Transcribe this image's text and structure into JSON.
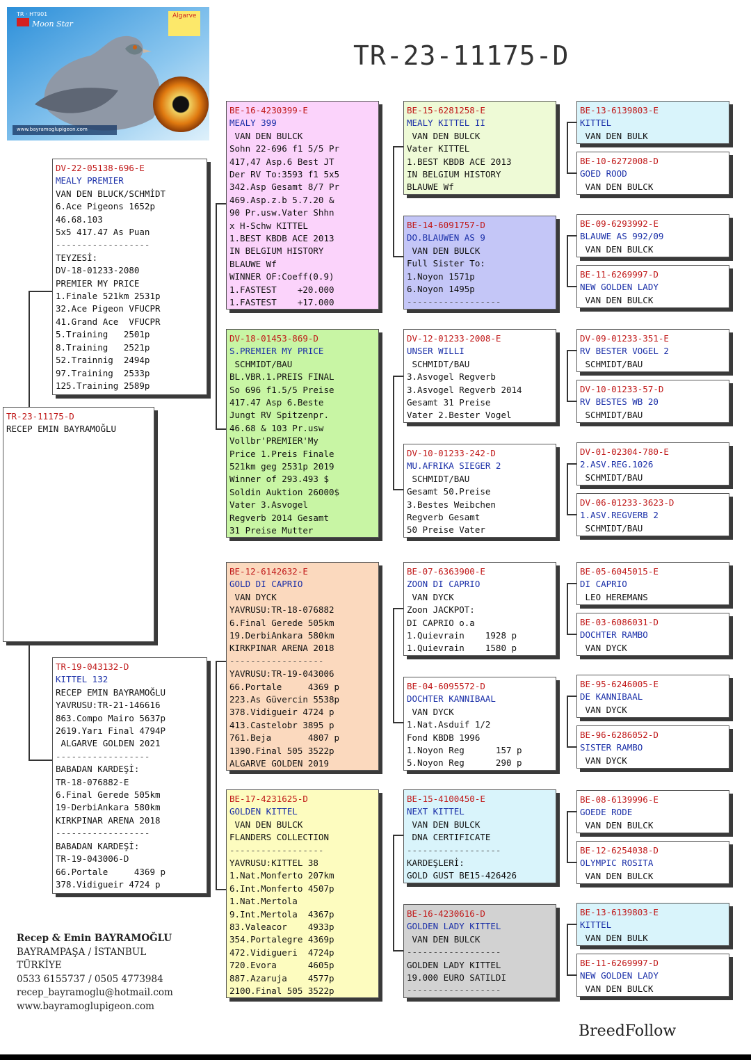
{
  "title": "TR-23-11175-D",
  "logo": {
    "top_label": "TR · HT901",
    "subtitle": "Moon Star",
    "badge": "Algarve",
    "caption": "www.bayramoglupigeon.com"
  },
  "owner": {
    "name": "Recep & Emin BAYRAMOĞLU",
    "city": "BAYRAMPAŞA / İSTANBUL",
    "country": "TÜRKİYE",
    "phone": "0533 6155737 / 0505 4773984",
    "email": "recep_bayramoglu@hotmail.com",
    "web": "www.bayramoglupigeon.com"
  },
  "brand": "BreedFollow",
  "colors": {
    "ring": "#c01818",
    "name": "#1a2fa8"
  },
  "boxes": {
    "subject": {
      "lines": [
        "TR-23-11175-D",
        "RECEP EMIN BAYRAMOĞLU"
      ]
    },
    "sire": {
      "lines": [
        "DV-22-05138-696-E",
        "MEALY PREMIER",
        "VAN DEN BLUCK/SCHMİDT",
        "6.Ace Pigeons 1652p",
        "46.68.103",
        "5x5 417.47 As Puan",
        "------------------",
        "TEYZESİ:",
        "DV-18-01233-2080",
        "PREMIER MY PRICE",
        "1.Finale 521km 2531p",
        "32.Ace Pigeon VFUCPR",
        "41.Grand Ace  VFUCPR",
        "5.Training   2501p",
        "8.Training   2521p",
        "52.Trainnig  2494p",
        "97.Training  2533p",
        "125.Training 2589p"
      ]
    },
    "dam": {
      "lines": [
        "TR-19-043132-D",
        "KITTEL 132",
        "RECEP EMIN BAYRAMOĞLU",
        "YAVRUSU:TR-21-146616",
        "863.Compo Mairo 5637p",
        "2619.Yarı Final 4794P",
        " ALGARVE GOLDEN 2021",
        "------------------",
        "BABADAN KARDEŞİ:",
        "TR-18-076882-E",
        "6.Final Gerede 505km",
        "19-DerbiAnkara 580km",
        "KIRKPINAR ARENA 2018",
        "------------------",
        "BABADAN KARDEŞİ:",
        "TR-19-043006-D",
        "66.Portale     4369 p",
        "378.Vidigueir 4724 p"
      ]
    },
    "ss": {
      "lines": [
        "BE-16-4230399-E",
        "MEALY 399",
        " VAN DEN BULCK",
        "Sohn 22-696 f1 5/5 Pr",
        "417,47 Asp.6 Best JT",
        "Der RV To:3593 f1 5x5",
        "342.Asp Gesamt 8/7 Pr",
        "469.Asp.z.b 5.7.20 &",
        "90 Pr.usw.Vater Shhn",
        "x H-Schw KITTEL",
        "1.BEST KBDB ACE 2013",
        "IN BELGIUM HISTORY",
        "BLAUWE Wf",
        "WINNER OF:Coeff(0.9)",
        "1.FASTEST    +20.000",
        "1.FASTEST    +17.000"
      ]
    },
    "sd": {
      "lines": [
        "DV-18-01453-869-D",
        "S.PREMIER MY PRICE",
        " SCHMIDT/BAU",
        "BL.VBR.1.PREIS FINAL",
        "So 696 f1.5/5 Preise",
        "417.47 Asp 6.Beste",
        "Jungt RV Spitzenpr.",
        "46.68 & 103 Pr.usw",
        "Vollbr'PREMIER'My",
        "Price 1.Preis Finale",
        "521km geg 2531p 2019",
        "Winner of 293.493 $",
        "Soldin Auktion 26000$",
        "Vater 3.Asvogel",
        "Regverb 2014 Gesamt",
        "31 Preise Mutter"
      ]
    },
    "ds": {
      "lines": [
        "BE-12-6142632-E",
        "GOLD DI CAPRIO",
        " VAN DYCK",
        "YAVRUSU:TR-18-076882",
        "6.Final Gerede 505km",
        "19.DerbiAnkara 580km",
        "KIRKPINAR ARENA 2018",
        "------------------",
        "YAVRUSU:TR-19-043006",
        "66.Portale     4369 p",
        "223.As Güvercin 5538p",
        "378.Vidigueir 4724 p",
        "413.Castelobr 3895 p",
        "761.Beja       4807 p",
        "1390.Final 505 3522p",
        "ALGARVE GOLDEN 2019"
      ]
    },
    "dd": {
      "lines": [
        "BE-17-4231625-D",
        "GOLDEN KITTEL",
        " VAN DEN BULCK",
        "FLANDERS COLLECTION",
        "------------------",
        "YAVRUSU:KITTEL 38",
        "1.Nat.Monferto 207km",
        "6.Int.Monferto 4507p",
        "1.Nat.Mertola",
        "9.Int.Mertola  4367p",
        "83.Valeacor    4933p",
        "354.Portalegre 4369p",
        "472.Vidigueri  4724p",
        "720.Evora      4605p",
        "887.Azaruja    4577p",
        "2100.Final 505 3522p"
      ]
    },
    "sss": {
      "lines": [
        "BE-15-6281258-E",
        "MEALY KITTEL II",
        " VAN DEN BULCK",
        "Vater KITTEL",
        "1.BEST KBDB ACE 2013",
        "IN BELGIUM HISTORY",
        "BLAUWE Wf"
      ]
    },
    "ssd": {
      "lines": [
        "BE-14-6091757-D",
        "DO.BLAUWEN AS 9",
        " VAN DEN BULCK",
        "Full Sister To:",
        "1.Noyon 1571p",
        "6.Noyon 1495p",
        "------------------"
      ]
    },
    "sds": {
      "lines": [
        "DV-12-01233-2008-E",
        "UNSER WILLI",
        " SCHMIDT/BAU",
        "3.Asvogel Regverb",
        "3.Asvogel Regverb 2014",
        "Gesamt 31 Preise",
        "Vater 2.Bester Vogel"
      ]
    },
    "sdd": {
      "lines": [
        "DV-10-01233-242-D",
        "MU.AFRIKA SIEGER 2",
        " SCHMIDT/BAU",
        "Gesamt 50.Preise",
        "3.Bestes Weibchen",
        "Regverb Gesamt",
        "50 Preise Vater"
      ]
    },
    "dss": {
      "lines": [
        "BE-07-6363900-E",
        "ZOON DI CAPRIO",
        " VAN DYCK",
        "Zoon JACKPOT:",
        "DI CAPRIO o.a",
        "1.Quievrain    1928 p",
        "1.Quievrain    1580 p"
      ]
    },
    "dsd": {
      "lines": [
        "BE-04-6095572-D",
        "DOCHTER KANNIBAAL",
        " VAN DYCK",
        "1.Nat.Asduif 1/2",
        "Fond KBDB 1996",
        "1.Noyon Reg      157 p",
        "5.Noyon Reg      290 p"
      ]
    },
    "dds": {
      "lines": [
        "BE-15-4100450-E",
        "NEXT KITTEL",
        " VAN DEN BULCK",
        " DNA CERTIFICATE",
        "------------------",
        "KARDEŞLERİ:",
        "GOLD GUST BE15-426426"
      ]
    },
    "ddd": {
      "lines": [
        "BE-16-4230616-D",
        "GOLDEN LADY KITTEL",
        " VAN DEN BULCK",
        "------------------",
        "GOLDEN LADY KITTEL",
        "19.000 EURO SATILDI",
        "------------------"
      ]
    },
    "g1": {
      "lines": [
        "BE-13-6139803-E",
        "KITTEL",
        " VAN DEN BULK"
      ]
    },
    "g2": {
      "lines": [
        "BE-10-6272008-D",
        "GOED ROOD",
        " VAN DEN BULCK"
      ]
    },
    "g3": {
      "lines": [
        "BE-09-6293992-E",
        "BLAUWE AS 992/09",
        " VAN DEN BULCK"
      ]
    },
    "g4": {
      "lines": [
        "BE-11-6269997-D",
        "NEW GOLDEN LADY",
        " VAN DEN BULCK"
      ]
    },
    "g5": {
      "lines": [
        "DV-09-01233-351-E",
        "RV BESTER VOGEL 2",
        " SCHMIDT/BAU"
      ]
    },
    "g6": {
      "lines": [
        "DV-10-01233-57-D",
        "RV BESTES WB 20",
        " SCHMIDT/BAU"
      ]
    },
    "g7": {
      "lines": [
        "DV-01-02304-780-E",
        "2.ASV.REG.1026",
        " SCHMIDT/BAU"
      ]
    },
    "g8": {
      "lines": [
        "DV-06-01233-3623-D",
        "1.ASV.REGVERB 2",
        " SCHMIDT/BAU"
      ]
    },
    "g9": {
      "lines": [
        "BE-05-6045015-E",
        "DI CAPRIO",
        " LEO HEREMANS"
      ]
    },
    "g10": {
      "lines": [
        "BE-03-6086031-D",
        "DOCHTER RAMBO",
        " VAN DYCK"
      ]
    },
    "g11": {
      "lines": [
        "BE-95-6246005-E",
        "DE KANNIBAAL",
        " VAN DYCK"
      ]
    },
    "g12": {
      "lines": [
        "BE-96-6286052-D",
        "SISTER RAMBO",
        " VAN DYCK"
      ]
    },
    "g13": {
      "lines": [
        "BE-08-6139996-E",
        "GOEDE RODE",
        " VAN DEN BULCK"
      ]
    },
    "g14": {
      "lines": [
        "BE-12-6254038-D",
        "OLYMPIC ROSITA",
        " VAN DEN BULCK"
      ]
    },
    "g15": {
      "lines": [
        "BE-13-6139803-E",
        "KITTEL",
        " VAN DEN BULK"
      ]
    },
    "g16": {
      "lines": [
        "BE-11-6269997-D",
        "NEW GOLDEN LADY",
        " VAN DEN BULCK"
      ]
    }
  }
}
